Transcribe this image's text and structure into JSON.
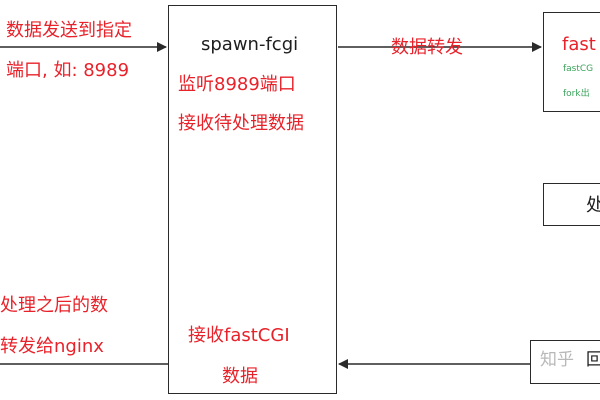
{
  "left_labels": {
    "top_line1": "数据发送到指定",
    "top_line2": "端口, 如: 8989",
    "bottom_line1": "处理之后的数",
    "bottom_line2": "转发给nginx"
  },
  "spawn_box": {
    "title": "spawn-fcgi",
    "line1": "监听8989端口",
    "line2": "接收待处理数据",
    "bottom_line1": "接收fastCGI",
    "bottom_line2": "数据"
  },
  "forward_label": "数据转发",
  "fastcgi_box": {
    "title": "fast",
    "sub1": "fastCG",
    "sub2": "fork出"
  },
  "process_box": {
    "label": "处"
  },
  "return_box": {
    "label": "回"
  },
  "watermark": "知乎",
  "colors": {
    "red": "#e8222a",
    "green": "#3aa35a",
    "line": "#2a2a2a"
  }
}
